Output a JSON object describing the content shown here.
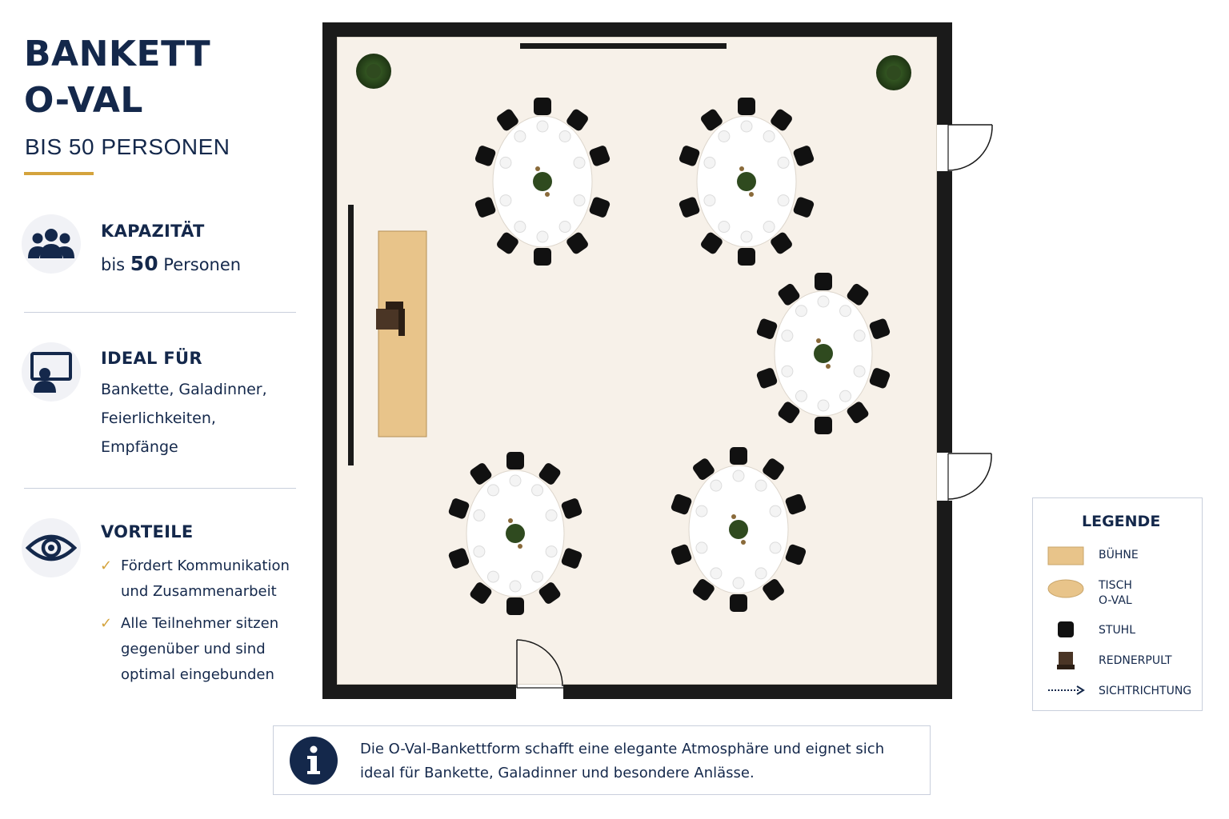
{
  "header": {
    "title_line1": "BANKETT",
    "title_line2": "O-VAL",
    "subtitle": "BIS 50 PERSONEN"
  },
  "capacity": {
    "heading": "KAPAZITÄT",
    "prefix": "bis",
    "number": "50",
    "suffix": "Personen",
    "icon": "people-icon"
  },
  "ideal": {
    "heading": "IDEAL FÜR",
    "lines": [
      "Bankette, Galadinner,",
      "Feierlichkeiten,",
      "Empfänge"
    ],
    "icon": "presentation-icon"
  },
  "advantages": {
    "heading": "VORTEILE",
    "icon": "eye-icon",
    "items": [
      {
        "line1": "Fördert Kommunikation",
        "line2": "und Zusammenarbeit",
        "line3": ""
      },
      {
        "line1": "Alle Teilnehmer sitzen",
        "line2": "gegenüber und sind",
        "line3": "optimal eingebunden"
      }
    ]
  },
  "legend": {
    "title": "LEGENDE",
    "items": [
      {
        "label": "BÜHNE",
        "label2": "",
        "icon": "stage-swatch"
      },
      {
        "label": "TISCH",
        "label2": "O-VAL",
        "icon": "oval-table-swatch"
      },
      {
        "label": "STUHL",
        "label2": "",
        "icon": "chair-icon"
      },
      {
        "label": "REDNERPULT",
        "label2": "",
        "icon": "lectern-icon"
      },
      {
        "label": "SICHTRICHTUNG",
        "label2": "",
        "icon": "dotted-arrow-icon"
      }
    ]
  },
  "info": {
    "line1": "Die O-Val-Bankettform schafft eine elegante Atmosphäre und eignet sich",
    "line2": "ideal für Bankette, Galadinner und besondere Anlässe.",
    "icon": "info-icon"
  },
  "colors": {
    "navy": "#14284b",
    "gold": "#d4a33c",
    "floor": "#f7f1e9",
    "wall": "#1a1a1a",
    "stage": "#e8c48a",
    "chair": "#111111",
    "table": "#ffffff",
    "plant": "#2f4a1f"
  },
  "floorplan": {
    "tables": [
      {
        "name": "table-top-left",
        "chairs": 10
      },
      {
        "name": "table-top-right",
        "chairs": 10
      },
      {
        "name": "table-middle-right",
        "chairs": 10
      },
      {
        "name": "table-bottom-left",
        "chairs": 10
      },
      {
        "name": "table-bottom-middle",
        "chairs": 10
      }
    ]
  }
}
